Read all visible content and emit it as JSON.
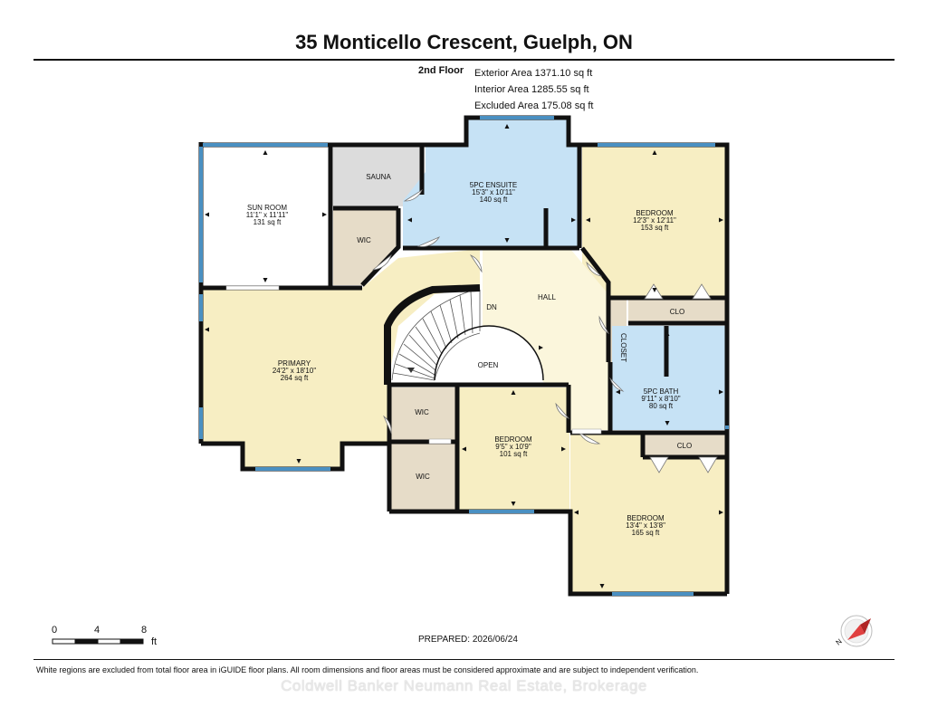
{
  "header": {
    "title": "35 Monticello Crescent, Guelph, ON"
  },
  "summary": {
    "floor": "2nd Floor",
    "exterior": "Exterior Area 1371.10 sq ft",
    "interior": "Interior Area 1285.55 sq ft",
    "excluded": "Excluded Area 175.08 sq ft"
  },
  "rooms": {
    "sun_room": {
      "name": "SUN ROOM",
      "dims": "11'1\" x 11'11\"",
      "area": "131 sq ft"
    },
    "sauna": {
      "name": "SAUNA"
    },
    "ensuite": {
      "name": "5PC ENSUITE",
      "dims": "15'3\" x 10'11\"",
      "area": "140 sq ft"
    },
    "bedroom_ne": {
      "name": "BEDROOM",
      "dims": "12'3\" x 12'11\"",
      "area": "153 sq ft"
    },
    "wic_top": {
      "name": "WIC"
    },
    "hall": {
      "name": "HALL"
    },
    "clo_top": {
      "name": "CLO"
    },
    "closet": {
      "name": "CLOSET"
    },
    "primary": {
      "name": "PRIMARY",
      "dims": "24'2\" x 18'10\"",
      "area": "264 sq ft"
    },
    "dn": {
      "name": "DN"
    },
    "open": {
      "name": "OPEN"
    },
    "bath": {
      "name": "5PC BATH",
      "dims": "9'11\" x 8'10\"",
      "area": "80 sq ft"
    },
    "wic_mid": {
      "name": "WIC"
    },
    "bedroom_mid": {
      "name": "BEDROOM",
      "dims": "9'5\" x 10'9\"",
      "area": "101 sq ft"
    },
    "clo_bottom": {
      "name": "CLO"
    },
    "wic_low": {
      "name": "WIC"
    },
    "bedroom_se": {
      "name": "BEDROOM",
      "dims": "13'4\" x 13'8\"",
      "area": "165 sq ft"
    }
  },
  "scale_bar": {
    "ticks": [
      "0",
      "4",
      "8"
    ],
    "unit": "ft"
  },
  "prepared": "PREPARED: 2026/06/24",
  "footer": {
    "disclaimer": "White regions are excluded from total floor area in iGUIDE floor plans. All room dimensions and floor areas must be considered approximate and are subject to independent verification.",
    "watermark": "Coldwell Banker Neumann Real Estate, Brokerage"
  },
  "colors": {
    "wall": "#111111",
    "window": "#4a90c2",
    "beige": "#f7eec3",
    "light_beige": "#fbf6dc",
    "blue": "#c6e2f5",
    "gray": "#dcdcdc",
    "tan": "#e6dcc8",
    "white": "#ffffff"
  },
  "compass_icon": "compass-icon"
}
